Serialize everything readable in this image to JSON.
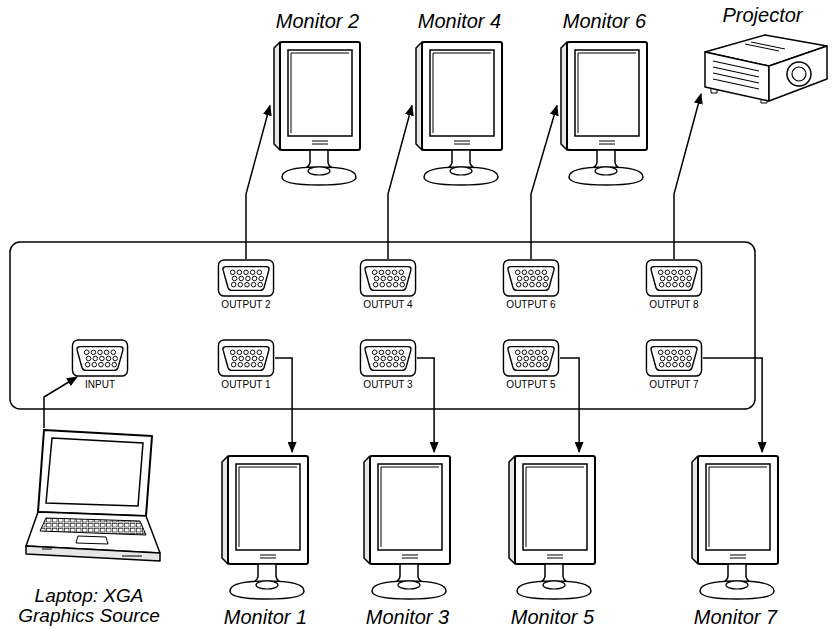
{
  "diagram": {
    "nodes": [
      {
        "text": [
          "Monitor 2"
        ]
      },
      {
        "text": [
          "Monitor 4"
        ]
      },
      {
        "text": [
          "Monitor 6"
        ]
      },
      {
        "text": [
          "Projector"
        ]
      },
      {
        "text": [
          "OUTPUT 2"
        ]
      },
      {
        "text": [
          "OUTPUT 4"
        ]
      },
      {
        "text": [
          "OUTPUT 6"
        ]
      },
      {
        "text": [
          "OUTPUT 8"
        ]
      },
      {
        "text": [
          "INPUT"
        ]
      },
      {
        "text": [
          "OUTPUT 1"
        ]
      },
      {
        "text": [
          "OUTPUT 3"
        ]
      },
      {
        "text": [
          "OUTPUT 5"
        ]
      },
      {
        "text": [
          "OUTPUT 7"
        ]
      },
      {
        "text": [
          "Laptop: XGA Graphics Source"
        ]
      },
      {
        "text": [
          "Monitor 1"
        ]
      },
      {
        "text": [
          "Monitor 3"
        ]
      },
      {
        "text": [
          "Monitor 5"
        ]
      },
      {
        "text": [
          "Monitor 7"
        ]
      }
    ],
    "edges": [
      {
        "from": 4,
        "to": 0,
        "arrow": "to"
      },
      {
        "from": 5,
        "to": 1,
        "arrow": "to"
      },
      {
        "from": 6,
        "to": 2,
        "arrow": "to"
      },
      {
        "from": 7,
        "to": 3,
        "arrow": "to"
      },
      {
        "from": 13,
        "to": 8,
        "arrow": "to"
      },
      {
        "from": 9,
        "to": 14,
        "arrow": "to"
      },
      {
        "from": 10,
        "to": 15,
        "arrow": "to"
      },
      {
        "from": 11,
        "to": 16,
        "arrow": "to"
      },
      {
        "from": 12,
        "to": 17,
        "arrow": "to"
      }
    ]
  }
}
